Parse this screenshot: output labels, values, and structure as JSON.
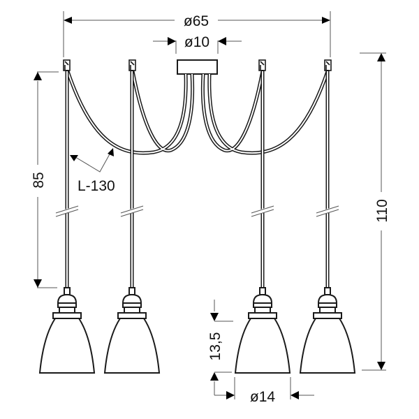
{
  "diagram": {
    "type": "technical-dimension-drawing",
    "subject": "4-light pendant lamp with spider cables and bell shades",
    "line_color": "#1a1a1a",
    "dim_line_color": "#555555",
    "background": "#ffffff",
    "dimensions": {
      "overall_diameter": "ø65",
      "canopy_diameter": "ø10",
      "drop_height": "85",
      "cable_length": "L-130",
      "total_height": "110",
      "shade_height": "13,5",
      "shade_diameter": "ø14"
    },
    "pendant_count": 4
  }
}
